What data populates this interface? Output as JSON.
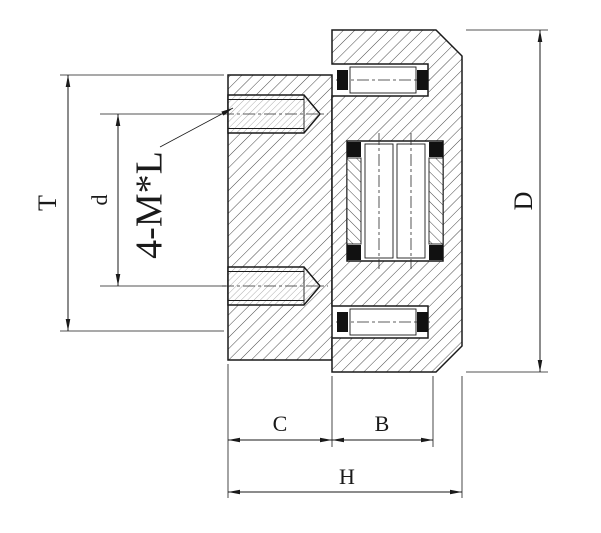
{
  "drawing": {
    "type": "technical-section-drawing",
    "description": "Cross-section engineering drawing of a flanged cam-follower roller bearing with dimension callouts",
    "labels": {
      "thread_callout": "4-M*L",
      "dim_T": "T",
      "dim_d": "d",
      "dim_D": "D",
      "dim_C": "C",
      "dim_B": "B",
      "dim_H": "H"
    },
    "colors": {
      "line": "#1a1a1a",
      "background": "#ffffff",
      "seal_fill": "#111111",
      "hatch": "#333333"
    }
  }
}
